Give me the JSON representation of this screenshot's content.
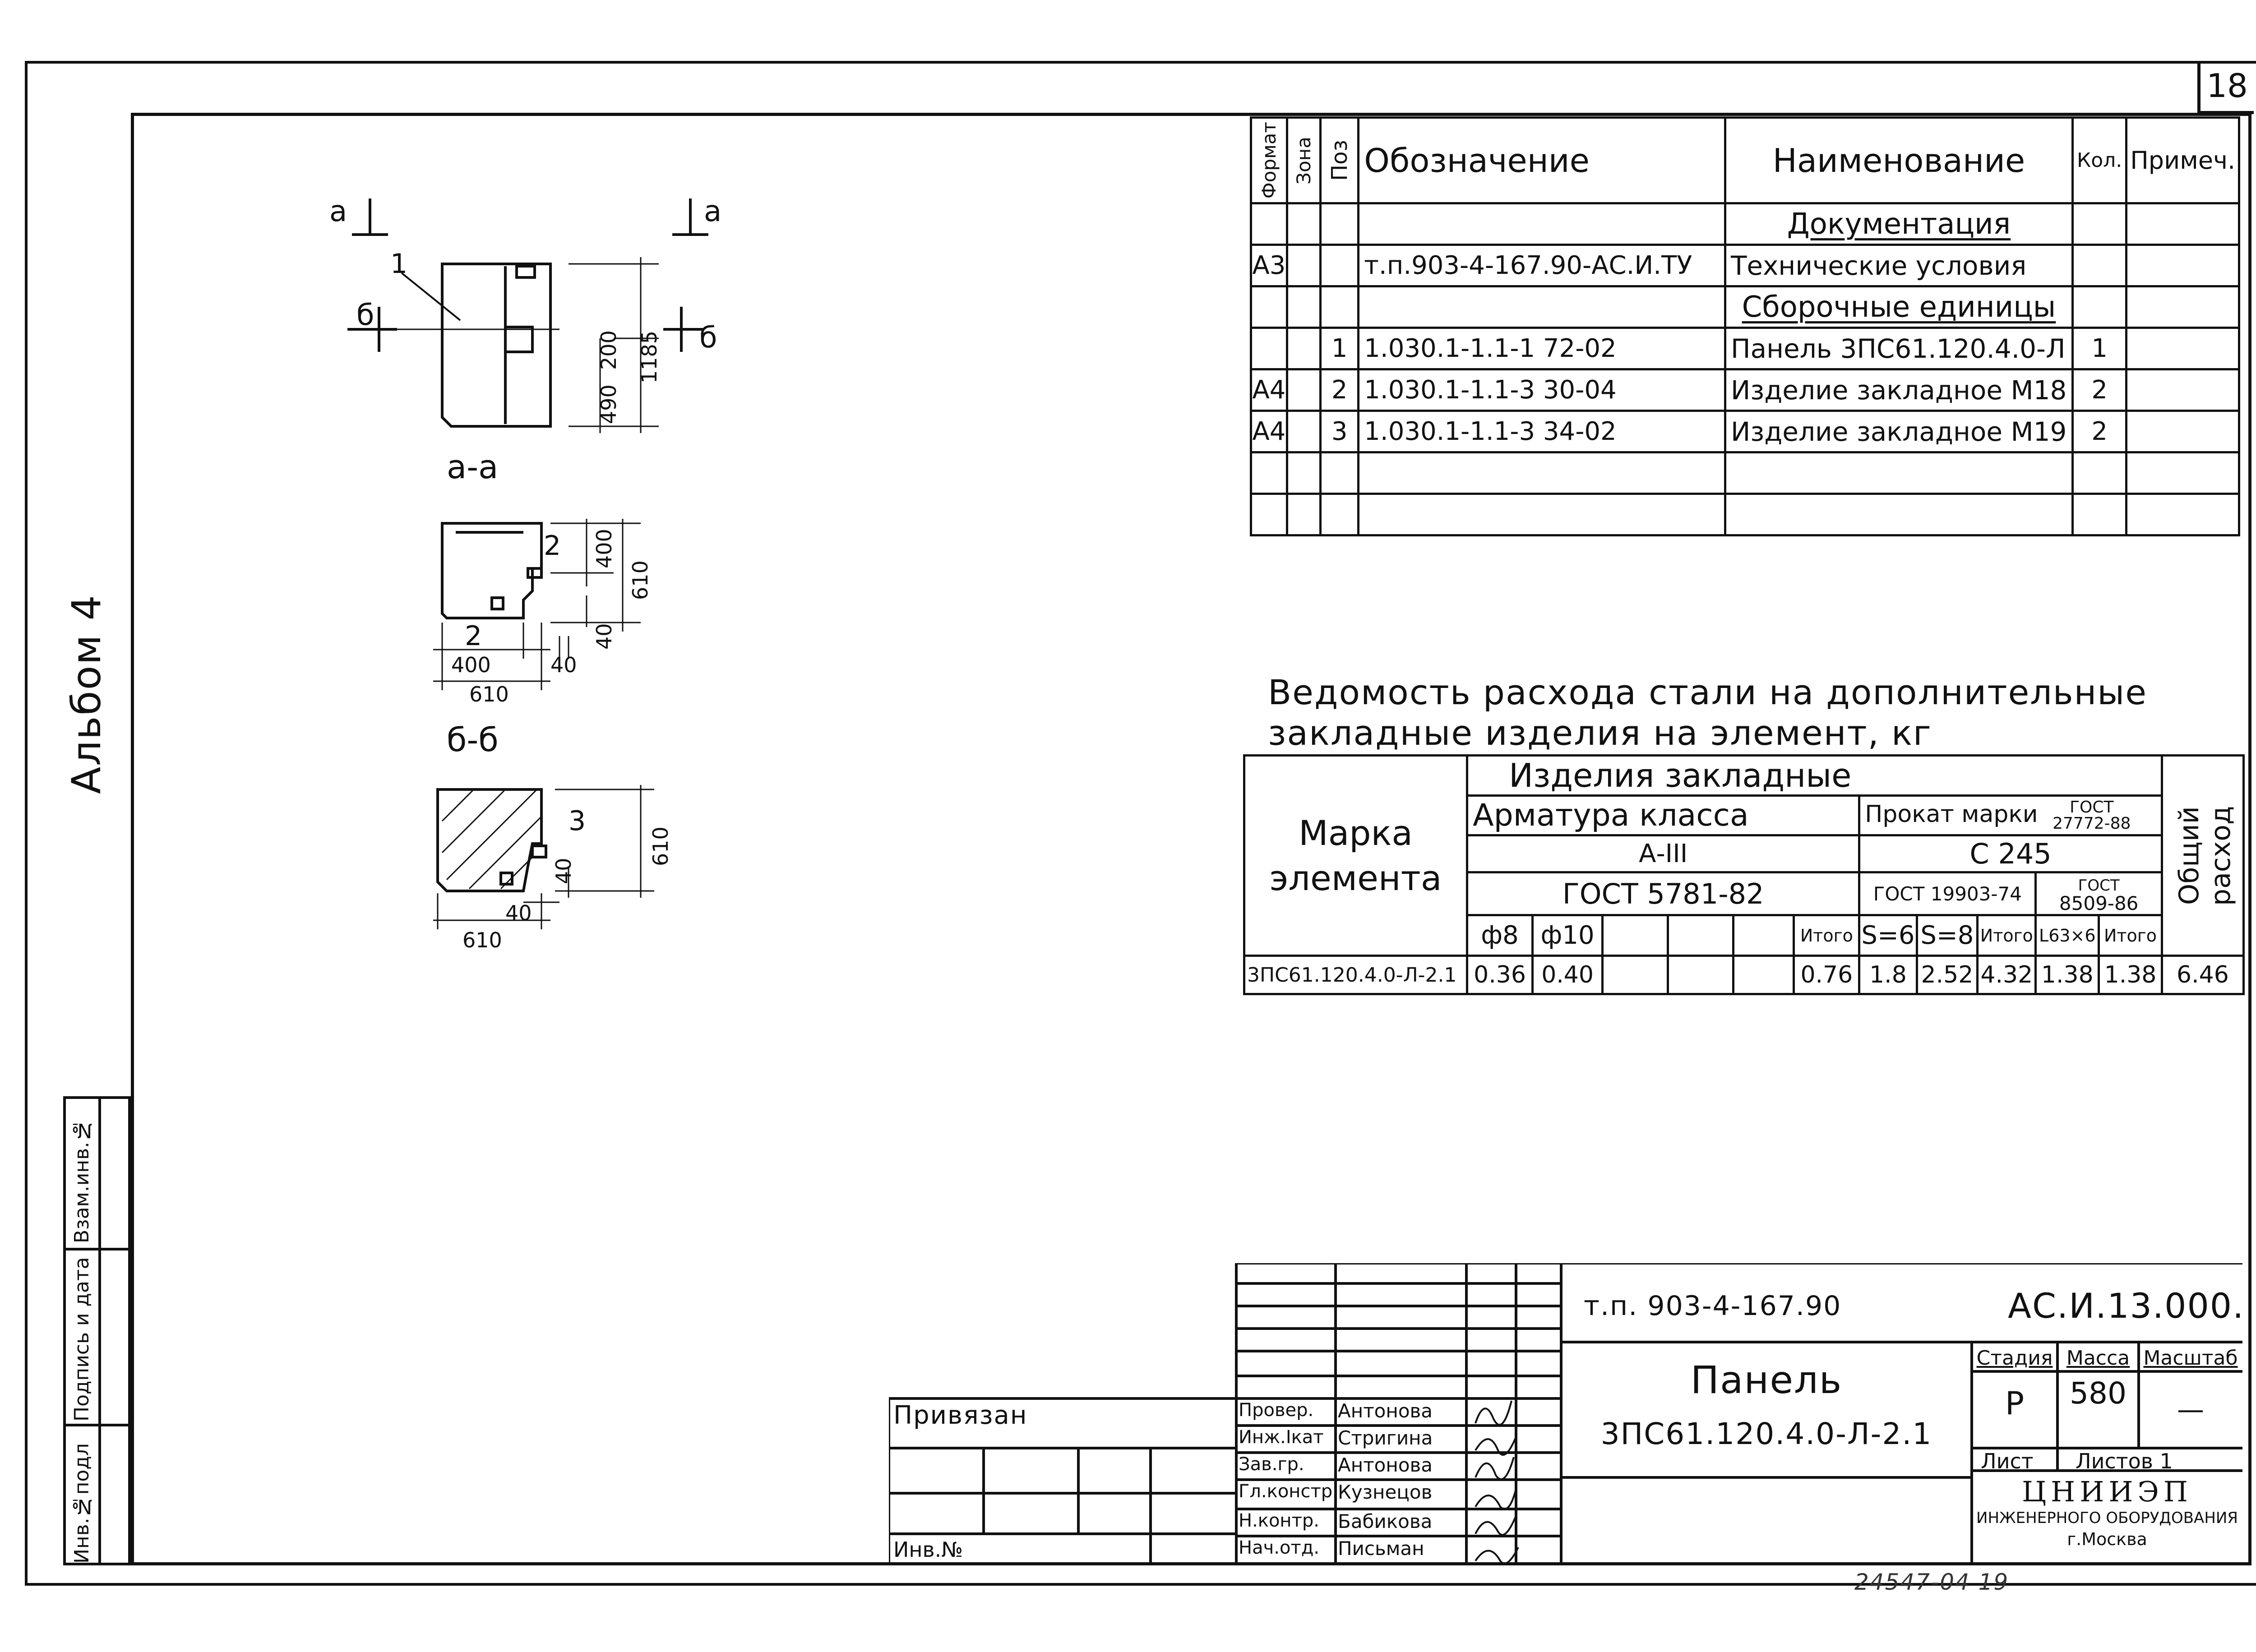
{
  "sheet_number": "18",
  "album_label": "Альбом 4",
  "side_stamp": {
    "col1": "Инв.№подл",
    "col2": "Подпись и дата",
    "col3": "Взам.инв.№"
  },
  "drawing_labels": {
    "section_a_mark": "а",
    "section_b_mark": "б",
    "section_a_title": "а-а",
    "section_b_title": "б-б",
    "view_a": {
      "callout": "1",
      "dim_total": "1185",
      "dim_top": "200",
      "dim_bottom": "490"
    },
    "view_b": {
      "callout": "2",
      "callout2": "2",
      "dim_vert": "610",
      "dim_vert_upper": "400",
      "dim_vert_lower": "40",
      "dim_horiz_left": "400",
      "dim_horiz_right": "40",
      "dim_horiz_total": "610"
    },
    "view_c": {
      "callout": "3",
      "dim_vert": "610",
      "dim_small_v": "40",
      "dim_small_h": "40",
      "dim_horiz": "610"
    }
  },
  "spec_table": {
    "headers": {
      "format": "Формат",
      "zone": "Зона",
      "pos": "Поз",
      "designation": "Обозначение",
      "name": "Наименование",
      "qty": "Кол.",
      "note": "Примеч."
    },
    "rows": [
      {
        "format": "",
        "zone": "",
        "pos": "",
        "designation": "",
        "name": "Документация",
        "qty": "",
        "note": "",
        "underline": true
      },
      {
        "format": "А3",
        "zone": "",
        "pos": "",
        "designation": "т.п.903-4-167.90-АС.И.ТУ",
        "name": "Технические условия",
        "qty": "",
        "note": "",
        "underline": false
      },
      {
        "format": "",
        "zone": "",
        "pos": "",
        "designation": "",
        "name": "Сборочные единицы",
        "qty": "",
        "note": "",
        "underline": true
      },
      {
        "format": "",
        "zone": "",
        "pos": "1",
        "designation": "1.030.1-1.1-1 72-02",
        "name": "Панель 3ПС61.120.4.0-Л",
        "qty": "1",
        "note": "",
        "underline": false
      },
      {
        "format": "А4",
        "zone": "",
        "pos": "2",
        "designation": "1.030.1-1.1-3 30-04",
        "name": "Изделие закладное М18",
        "qty": "2",
        "note": "",
        "underline": false
      },
      {
        "format": "А4",
        "zone": "",
        "pos": "3",
        "designation": "1.030.1-1.1-3 34-02",
        "name": "Изделие закладное М19",
        "qty": "2",
        "note": "",
        "underline": false
      },
      {
        "format": "",
        "zone": "",
        "pos": "",
        "designation": "",
        "name": "",
        "qty": "",
        "note": "",
        "underline": false
      },
      {
        "format": "",
        "zone": "",
        "pos": "",
        "designation": "",
        "name": "",
        "qty": "",
        "note": "",
        "underline": false
      }
    ]
  },
  "steel_table": {
    "title_line1": "Ведомость расхода стали на дополнительные",
    "title_line2": "закладные изделия на элемент, кг",
    "h_element": "Марка элемента",
    "h_embedded": "Изделия закладные",
    "h_rebar": "Арматура класса",
    "h_rebar_class": "А-III",
    "h_rebar_gost": "ГОСТ 5781-82",
    "h_rolled": "Прокат марки",
    "h_rolled_gost_top": "ГОСТ",
    "h_rolled_gost": "27772-88",
    "h_rolled_grade": "С 245",
    "h_gost_a": "ГОСТ 19903-74",
    "h_gost_b_top": "ГОСТ",
    "h_gost_b": "8509-86",
    "h_total": "Общий расход",
    "sub": [
      "ф8",
      "ф10",
      "",
      "",
      "",
      "Итого",
      "S=6",
      "S=8",
      "Итого",
      "L63×6",
      "Итого"
    ],
    "row": {
      "mark": "3ПС61.120.4.0-Л-2.1",
      "values": [
        "0.36",
        "0.40",
        "",
        "",
        "",
        "0.76",
        "1.8",
        "2.52",
        "4.32",
        "1.38",
        "1.38"
      ],
      "total": "6.46"
    }
  },
  "title_block": {
    "project": "т.п. 903-4-167.90",
    "code": "АС.И.13.000.",
    "doc_name": "Панель",
    "doc_mark": "3ПС61.120.4.0-Л-2.1",
    "h_stage": "Стадия",
    "h_mass": "Масса",
    "h_scale": "Масштаб",
    "stage": "Р",
    "mass": "580",
    "scale": "—",
    "sheet_label": "Лист",
    "sheets_label": "Листов 1",
    "org": "ЦНИИЭП",
    "org_sub": "инженерного оборудования",
    "org_city": "г.Москва",
    "bound_label": "Привязан",
    "inv_label": "Инв.№",
    "signatures": [
      {
        "role": "Провер.",
        "name": "Антонова"
      },
      {
        "role": "Инж.Iкат",
        "name": "Стригина"
      },
      {
        "role": "Зав.гр.",
        "name": "Антонова"
      },
      {
        "role": "Гл.констр",
        "name": "Кузнецов"
      },
      {
        "role": "Н.контр.",
        "name": "Бабикова"
      },
      {
        "role": "Нач.отд.",
        "name": "Письман"
      }
    ]
  },
  "footer_number": "24547-04 19"
}
